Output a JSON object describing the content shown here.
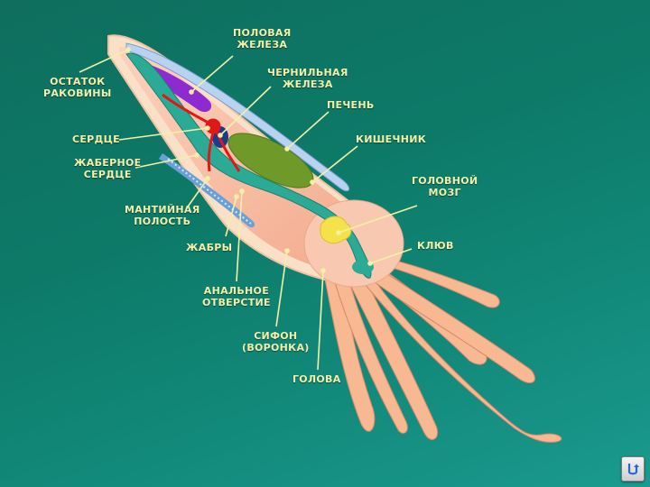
{
  "labels": {
    "shell_remnant": "Остаток\nраковины",
    "gonad": "Половая\nжелеза",
    "ink_gland": "Чернильная\nжелеза",
    "liver": "Печень",
    "intestine": "Кишечник",
    "heart": "Сердце",
    "gill_heart": "Жаберное\nсердце",
    "mantle_cavity": "Мантийная\nполость",
    "gills": "Жабры",
    "anus": "Анальное\nотверстие",
    "siphon": "Сифон\n(воронка)",
    "head": "Голова",
    "brain": "Головной\nмозг",
    "beak": "Клюв"
  },
  "icons": {
    "back": "return-arrow-icon"
  },
  "colors": {
    "background": "#0f7a68",
    "label_text": "#f3f0a8",
    "body": "#f6b79a",
    "gonad": "#8e2bd0",
    "liver": "#6f9a2a",
    "heart": "#e01818",
    "gills": "#6aa0d8"
  }
}
